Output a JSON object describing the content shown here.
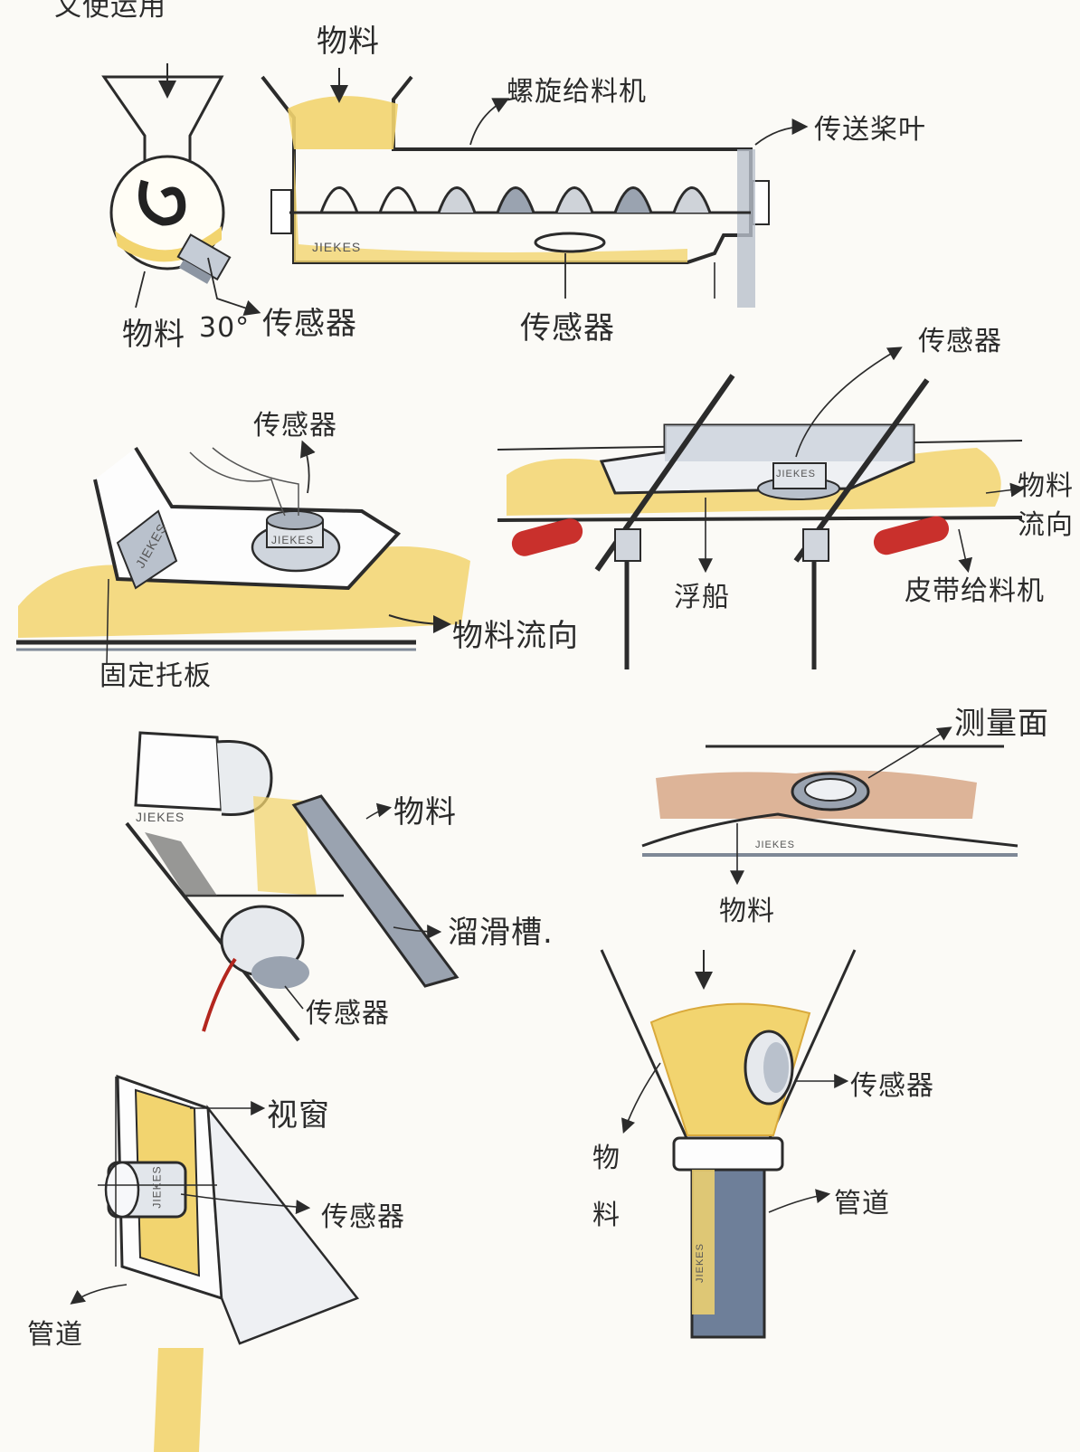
{
  "colors": {
    "material": "#f2d46f",
    "material_dark": "#d9a93b",
    "steel": "#b9c1cc",
    "steel_dark": "#7e8896",
    "ink": "#2b2b2b",
    "roller": "#c9302c",
    "wire": "#b3261e",
    "pipe": "#6e7f99"
  },
  "header": {
    "top_left": "又使运用"
  },
  "panel_screw": {
    "material_left": "物料",
    "angle": "30°",
    "sensor_left": "传感器",
    "material_top": "物料",
    "screw_feeder": "螺旋给料机",
    "paddle": "传送桨叶",
    "sensor_bottom": "传感器",
    "brand": "JIEKES"
  },
  "panel_plate": {
    "sensor": "传感器",
    "flow": "物料流向",
    "fixed_plate": "固定托板",
    "brand": "JIEKES"
  },
  "panel_float": {
    "sensor": "传感器",
    "material": "物料",
    "flow": "流向",
    "float": "浮船",
    "belt_feeder": "皮带给料机",
    "brand": "JIEKES"
  },
  "panel_chute": {
    "material": "物料",
    "chute": "溜滑槽.",
    "sensor": "传感器",
    "brand": "JIEKES"
  },
  "panel_surface": {
    "surface": "测量面",
    "material": "物料",
    "brand": "JIEKES"
  },
  "panel_window": {
    "window": "视窗",
    "sensor": "传感器",
    "pipe": "管道",
    "brand": "JIEKES"
  },
  "panel_cone": {
    "sensor": "传感器",
    "material_1": "物",
    "material_2": "料",
    "pipe": "管道",
    "brand": "JIEKES"
  }
}
